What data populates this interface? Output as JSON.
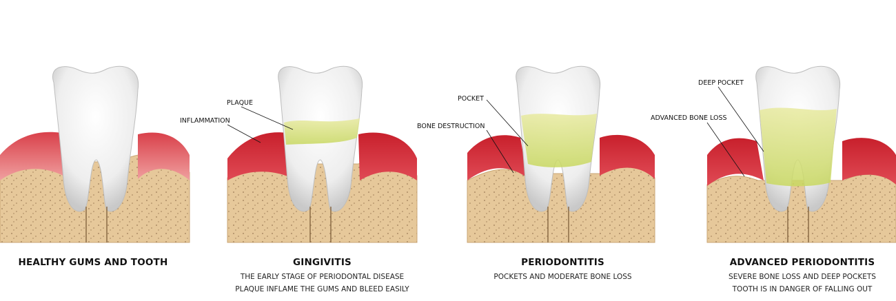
{
  "panels": [
    {
      "title": "HEALTHY GUMS AND TOOTH",
      "subtitles": [],
      "labels": []
    },
    {
      "title": "GINGIVITIS",
      "subtitles": [
        "THE EARLY STAGE OF PERIODONTAL DISEASE",
        "PLAQUE INFLAME THE GUMS AND BLEED EASILY"
      ],
      "labels": [
        "PLAQUE",
        "INFLAMMATION"
      ]
    },
    {
      "title": "PERIODONTITIS",
      "subtitles": [
        "POCKETS AND MODERATE BONE LOSS"
      ],
      "labels": [
        "POCKET",
        "BONE DESTRUCTION"
      ]
    },
    {
      "title": "ADVANCED PERIODONTITIS",
      "subtitles": [
        "SEVERE BONE LOSS AND DEEP POCKETS",
        "TOOTH IS IN DANGER OF FALLING OUT"
      ],
      "labels": [
        "DEEP POCKET",
        "ADVANCED BONE LOSS"
      ]
    }
  ],
  "colors": {
    "bone": "#e6c89a",
    "bone_dots": "#9c7a55",
    "gum": "#d9404a",
    "gum_dark": "#b5202c",
    "tooth": "#f4f4f4",
    "plaque": "#d8e27a"
  }
}
